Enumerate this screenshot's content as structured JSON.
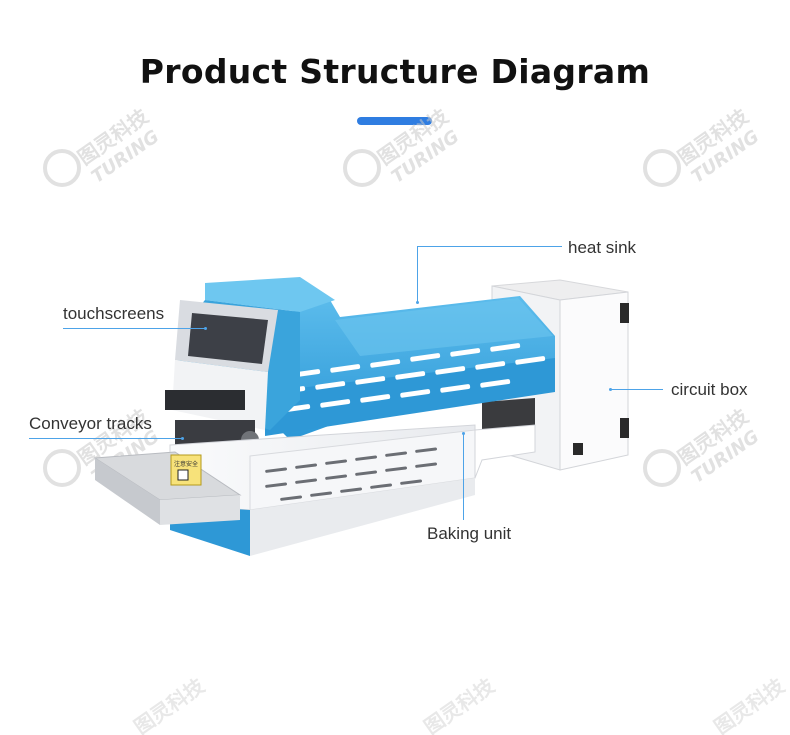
{
  "header": {
    "title": "Product Structure Diagram",
    "accent_color": "#2f7de1"
  },
  "watermark": {
    "brand_cn": "图灵科技",
    "brand_en": "TURING",
    "icon": "turing-logo-icon"
  },
  "callouts": {
    "heat_sink": "heat sink",
    "touchscreens": "touchscreens",
    "circuit_box": "circuit box",
    "conveyor_tracks": "Conveyor tracks",
    "baking_unit": "Baking unit"
  },
  "machine": {
    "body_color": "#3aa4dc",
    "panel_color": "#f4f5f7",
    "warning_label": "注意安全"
  }
}
